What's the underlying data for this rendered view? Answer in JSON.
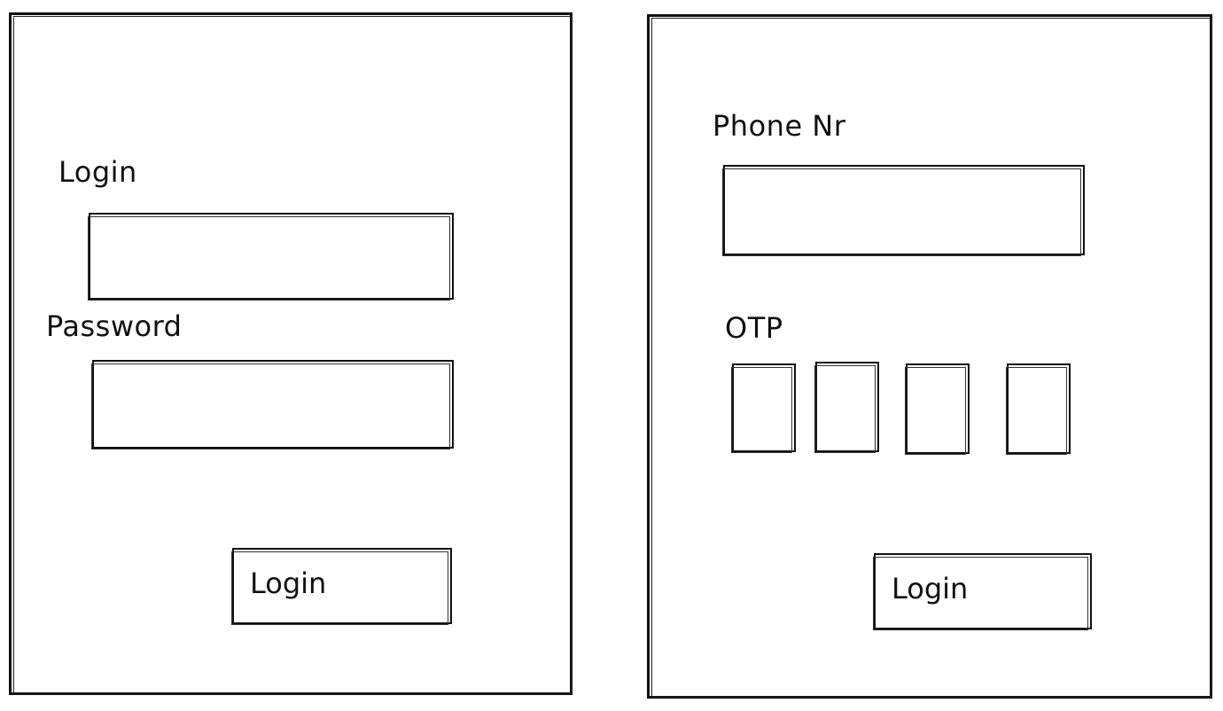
{
  "left_screen": {
    "login_label": "Login",
    "password_label": "Password",
    "login_button_label": "Login"
  },
  "right_screen": {
    "phone_label": "Phone Nr",
    "otp_label": "OTP",
    "otp_digit_count": 4,
    "login_button_label": "Login"
  },
  "colors": {
    "stroke": "#111111",
    "background": "#ffffff"
  }
}
